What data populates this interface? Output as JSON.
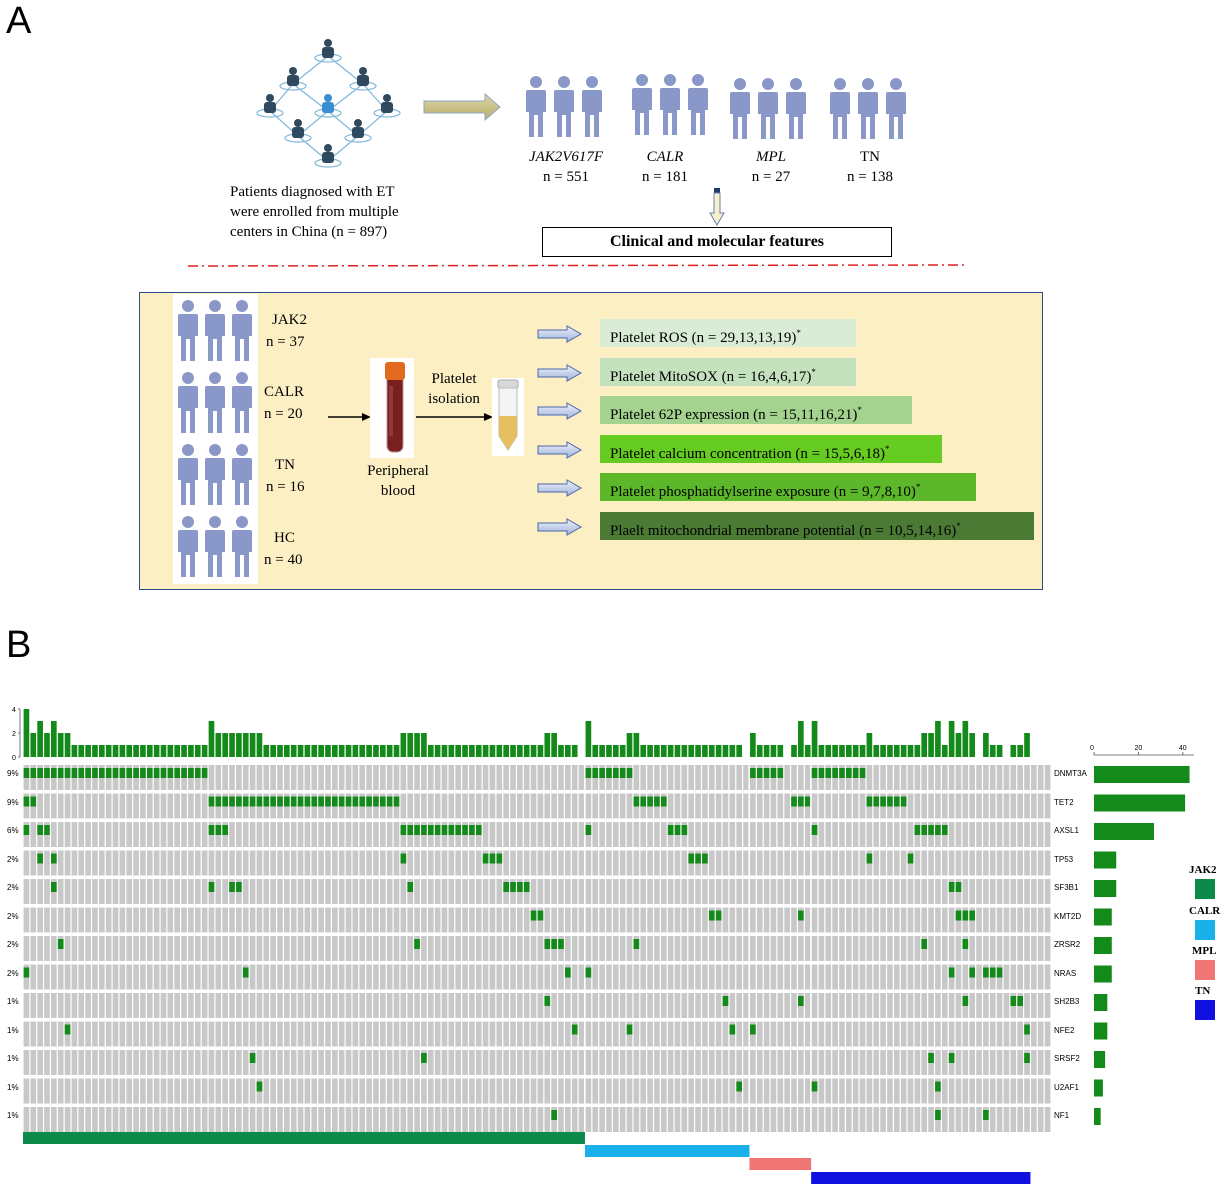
{
  "panel_a": {
    "letter": "A",
    "enroll_text": [
      "Patients diagnosed with ET",
      "were enrolled from multiple",
      "centers in China (n = 897)"
    ],
    "groups": [
      {
        "name": "JAK2V617F",
        "n": "n = 551",
        "italic": true
      },
      {
        "name": "CALR",
        "n": "n = 181",
        "italic": true
      },
      {
        "name": "MPL",
        "n": "n = 27",
        "italic": true
      },
      {
        "name": "TN",
        "n": "n = 138",
        "italic": false
      }
    ],
    "features_box": "Clinical and molecular features",
    "cohorts": [
      {
        "name": "JAK2",
        "n": "n = 37"
      },
      {
        "name": "CALR",
        "n": "n = 20"
      },
      {
        "name": "TN",
        "n": "n = 16"
      },
      {
        "name": "HC",
        "n": "n = 40"
      }
    ],
    "peripheral": [
      "Peripheral",
      "blood"
    ],
    "isolation": [
      "Platelet",
      "isolation"
    ],
    "assays": [
      {
        "text": "Platelet ROS (n = 29,13,13,19)",
        "star": "*",
        "color": "#d9ecd6"
      },
      {
        "text": "Platelet MitoSOX (n = 16,4,6,17)",
        "star": "*",
        "color": "#c4e2bd"
      },
      {
        "text": "Platelet 62P expression (n = 15,11,16,21)",
        "star": "*",
        "color": "#a3d38f"
      },
      {
        "text": "Platelet calcium concentration (n = 15,5,6,18)",
        "star": "*",
        "color": "#66cc22"
      },
      {
        "text": "Platelet phosphatidylserine exposure (n = 9,7,8,10)",
        "star": "*",
        "color": "#5cb82a"
      },
      {
        "text": "Plaelt mitochondrial membrane potential  (n = 10,5,14,16)",
        "star": "*",
        "color": "#4a7a34"
      }
    ]
  },
  "panel_b": {
    "letter": "B",
    "tmb_axis": [
      "4",
      "2",
      "0"
    ],
    "count_axis": [
      "0",
      "20",
      "40"
    ],
    "legend": [
      {
        "label": "JAK2",
        "color": "#0b8a4a"
      },
      {
        "label": "CALR",
        "color": "#1ab0ea"
      },
      {
        "label": "MPL",
        "color": "#f07575"
      },
      {
        "label": "TN",
        "color": "#1010e0"
      }
    ]
  },
  "chart_data": {
    "type": "heatmap",
    "n_samples": 150,
    "groups": [
      {
        "name": "JAK2",
        "start": 0,
        "end": 81
      },
      {
        "name": "CALR",
        "start": 82,
        "end": 105
      },
      {
        "name": "MPL",
        "start": 106,
        "end": 114
      },
      {
        "name": "TN",
        "start": 115,
        "end": 146
      }
    ],
    "genes": [
      {
        "name": "DNMT3A",
        "pct": "9%",
        "count": 43,
        "samples": [
          0,
          1,
          2,
          3,
          4,
          5,
          6,
          7,
          8,
          9,
          10,
          11,
          12,
          13,
          14,
          15,
          16,
          17,
          18,
          19,
          20,
          21,
          22,
          23,
          24,
          25,
          26,
          82,
          83,
          84,
          85,
          86,
          87,
          88,
          106,
          107,
          108,
          109,
          110,
          115,
          116,
          117,
          118,
          119,
          120,
          121,
          122
        ]
      },
      {
        "name": "TET2",
        "pct": "9%",
        "count": 41,
        "samples": [
          0,
          1,
          27,
          28,
          29,
          30,
          31,
          32,
          33,
          34,
          35,
          36,
          37,
          38,
          39,
          40,
          41,
          42,
          43,
          44,
          45,
          46,
          47,
          48,
          49,
          50,
          51,
          52,
          53,
          54,
          89,
          90,
          91,
          92,
          93,
          112,
          113,
          114,
          123,
          124,
          125,
          126,
          127,
          128
        ]
      },
      {
        "name": "AXSL1",
        "pct": "6%",
        "count": 27,
        "samples": [
          0,
          2,
          3,
          27,
          28,
          29,
          55,
          56,
          57,
          58,
          59,
          60,
          61,
          62,
          63,
          64,
          65,
          66,
          82,
          94,
          95,
          96,
          115,
          130,
          131,
          132,
          133,
          134
        ]
      },
      {
        "name": "TP53",
        "pct": "2%",
        "count": 10,
        "samples": [
          2,
          4,
          55,
          67,
          68,
          69,
          97,
          98,
          99,
          123,
          129
        ]
      },
      {
        "name": "SF3B1",
        "pct": "2%",
        "count": 10,
        "samples": [
          4,
          27,
          30,
          31,
          56,
          70,
          71,
          72,
          73,
          135,
          136
        ]
      },
      {
        "name": "KMT2D",
        "pct": "2%",
        "count": 8,
        "samples": [
          74,
          75,
          100,
          101,
          113,
          136,
          137,
          138
        ]
      },
      {
        "name": "ZRSR2",
        "pct": "2%",
        "count": 8,
        "samples": [
          5,
          57,
          76,
          77,
          78,
          89,
          131,
          137
        ]
      },
      {
        "name": "NRAS",
        "pct": "2%",
        "count": 8,
        "samples": [
          0,
          32,
          79,
          82,
          135,
          138,
          140,
          141,
          142
        ]
      },
      {
        "name": "SH2B3",
        "pct": "1%",
        "count": 6,
        "samples": [
          76,
          102,
          113,
          137,
          144,
          145
        ]
      },
      {
        "name": "NFE2",
        "pct": "1%",
        "count": 6,
        "samples": [
          6,
          80,
          88,
          103,
          106,
          146
        ]
      },
      {
        "name": "SRSF2",
        "pct": "1%",
        "count": 5,
        "samples": [
          33,
          58,
          132,
          135,
          146
        ]
      },
      {
        "name": "U2AF1",
        "pct": "1%",
        "count": 4,
        "samples": [
          34,
          104,
          115,
          133
        ]
      },
      {
        "name": "NF1",
        "pct": "1%",
        "count": 3,
        "samples": [
          77,
          133,
          140
        ]
      }
    ],
    "xlim_count": [
      0,
      45
    ]
  }
}
